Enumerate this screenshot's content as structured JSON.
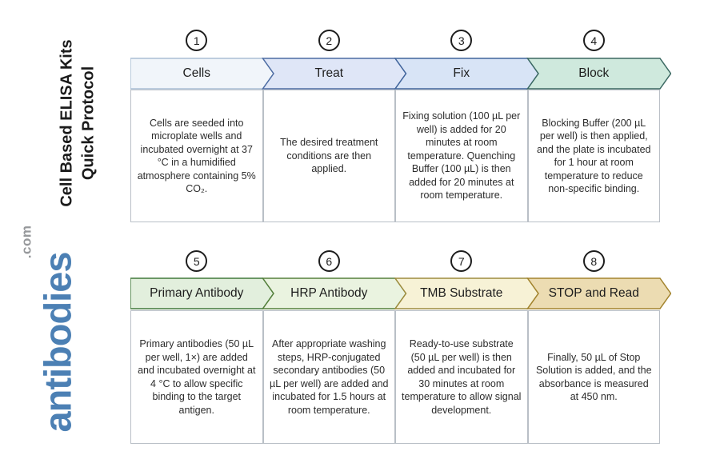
{
  "branding": {
    "vertical_title_line1": "Cell Based ELISA Kits",
    "vertical_title_line2": "Quick Protocol",
    "logo_text": "antibodies",
    "logo_suffix": ".com",
    "logo_color": "#4c80b4",
    "logo_suffix_color": "#96989b"
  },
  "steps": [
    {
      "number": "1",
      "title": "Cells",
      "fill": "#f1f5fa",
      "stroke": "#aabfd5",
      "description": "Cells are seeded into microplate wells and incubated overnight at 37 °C in a humidified atmosphere containing 5% CO₂."
    },
    {
      "number": "2",
      "title": "Treat",
      "fill": "#dfe6f7",
      "stroke": "#4d6ca3",
      "description": "The desired treatment conditions are then applied."
    },
    {
      "number": "3",
      "title": "Fix",
      "fill": "#d8e4f6",
      "stroke": "#41659c",
      "description": "Fixing solution (100 µL per well) is added for 20 minutes at room temperature. Quenching Buffer (100 µL) is then added for 20 minutes at room temperature."
    },
    {
      "number": "4",
      "title": "Block",
      "fill": "#cfe9dd",
      "stroke": "#3b6962",
      "description": "Blocking Buffer (200 µL per well) is then applied, and the plate is incubated for 1 hour at room temperature to reduce non-specific binding."
    },
    {
      "number": "5",
      "title": "Primary Antibody",
      "fill": "#e2efdd",
      "stroke": "#41793b",
      "description": "Primary antibodies (50 µL per well, 1×) are added and incubated overnight at 4 °C to allow specific binding to the target antigen."
    },
    {
      "number": "6",
      "title": "HRP Antibody",
      "fill": "#eaf3e0",
      "stroke": "#55803c",
      "description": "After appropriate washing steps, HRP-conjugated secondary antibodies (50 µL per well) are added and incubated for 1.5 hours at room temperature."
    },
    {
      "number": "7",
      "title": "TMB Substrate",
      "fill": "#f7f2d6",
      "stroke": "#9e8c3e",
      "description": "Ready-to-use substrate (50 µL per well) is then added and incubated for 30 minutes at room temperature to allow signal development."
    },
    {
      "number": "8",
      "title": "STOP and Read",
      "fill": "#ecdcb2",
      "stroke": "#a3842e",
      "description": "Finally, 50 µL of Stop Solution is added, and the absorbance is measured at 450 nm."
    }
  ]
}
